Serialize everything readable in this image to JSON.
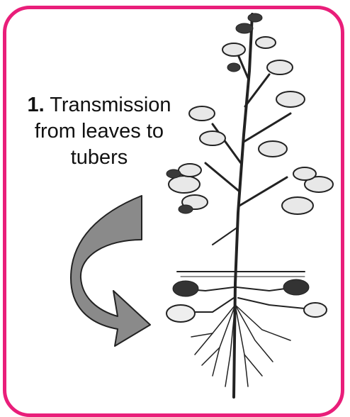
{
  "caption": {
    "number": "1.",
    "line1": "Transmission",
    "line2": "from leaves to",
    "line3": "tubers"
  },
  "colors": {
    "frame_border": "#e91e7a",
    "arrow_fill": "#8a8a8a",
    "plant_ink": "#222222"
  }
}
